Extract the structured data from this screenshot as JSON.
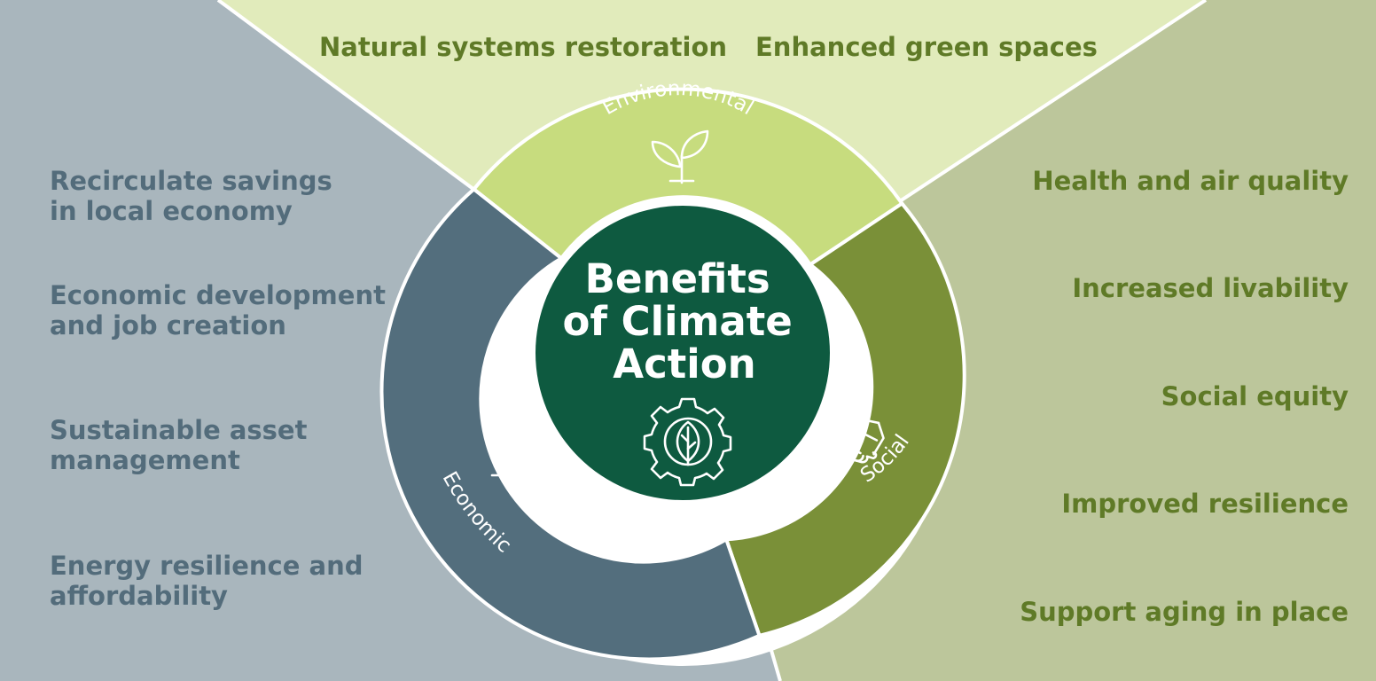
{
  "diagram": {
    "center_title": [
      "Benefits",
      "of Climate",
      "Action"
    ],
    "segments": {
      "environmental": {
        "label": "Environmental",
        "icon": "plant-sprout-icon",
        "color": "#c7dc7e",
        "background": "#e1ebbb",
        "benefits": [
          "Natural systems restoration",
          "Enhanced green spaces"
        ]
      },
      "social": {
        "label": "Social",
        "icon": "handshake-icon",
        "color": "#7a9038",
        "background": "#bcc69b",
        "benefits": [
          "Health and air quality",
          "Increased livability",
          "Social equity",
          "Improved resilience",
          "Support aging in place"
        ]
      },
      "economic": {
        "label": "Economic",
        "icon": "bar-chart-growth-icon",
        "color": "#536e7d",
        "background": "#a9b6bd",
        "benefits": [
          [
            "Recirculate savings",
            "in local economy"
          ],
          [
            "Economic development",
            "and job creation"
          ],
          [
            "Sustainable asset",
            "management"
          ],
          [
            "Energy resilience and",
            "affordability"
          ]
        ]
      }
    },
    "center": {
      "color": "#0e5a40",
      "icon": "gear-leaf-icon"
    }
  }
}
